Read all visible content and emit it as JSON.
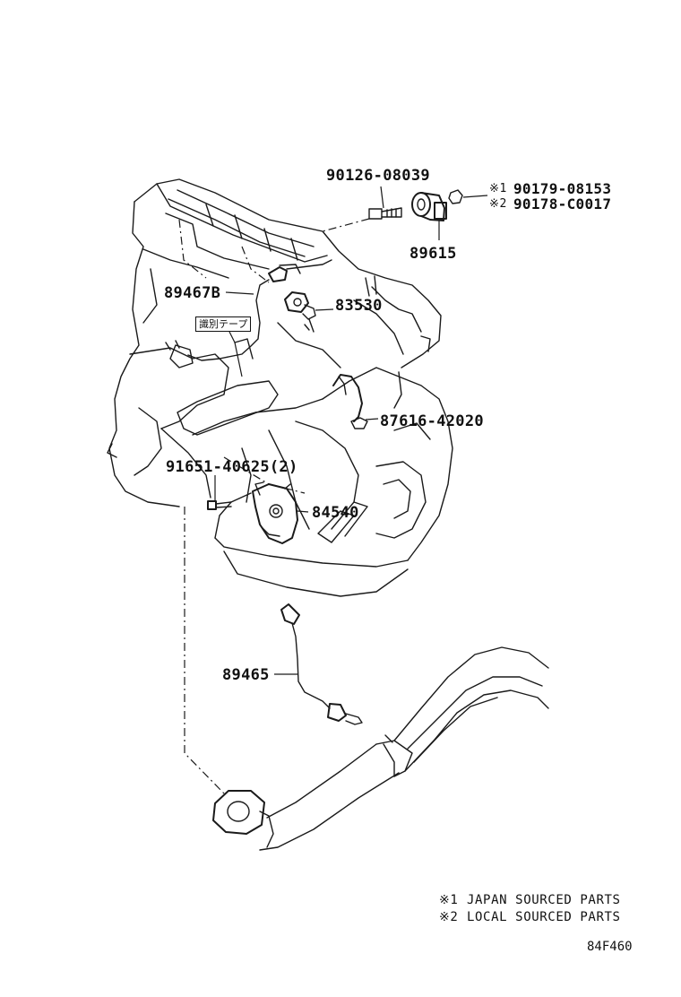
{
  "callouts": {
    "bolt": "90126-08039",
    "ref1": "※1",
    "ref1_part": "90179-08153",
    "ref2": "※2",
    "ref2_part": "90178-C0017",
    "knock_sensor": "89615",
    "upper_sensor": "89467B",
    "oil_switch": "83530",
    "tape_label": "識別テープ",
    "wire_clamp": "87616-42020",
    "bolts_qty": "91651-40625(2)",
    "neutral_switch": "84540",
    "lower_sensor": "89465"
  },
  "notes": {
    "note1_mark": "※1",
    "note1_text": "JAPAN SOURCED PARTS",
    "note2_mark": "※2",
    "note2_text": "LOCAL SOURCED PARTS"
  },
  "figure_code": "84F460"
}
